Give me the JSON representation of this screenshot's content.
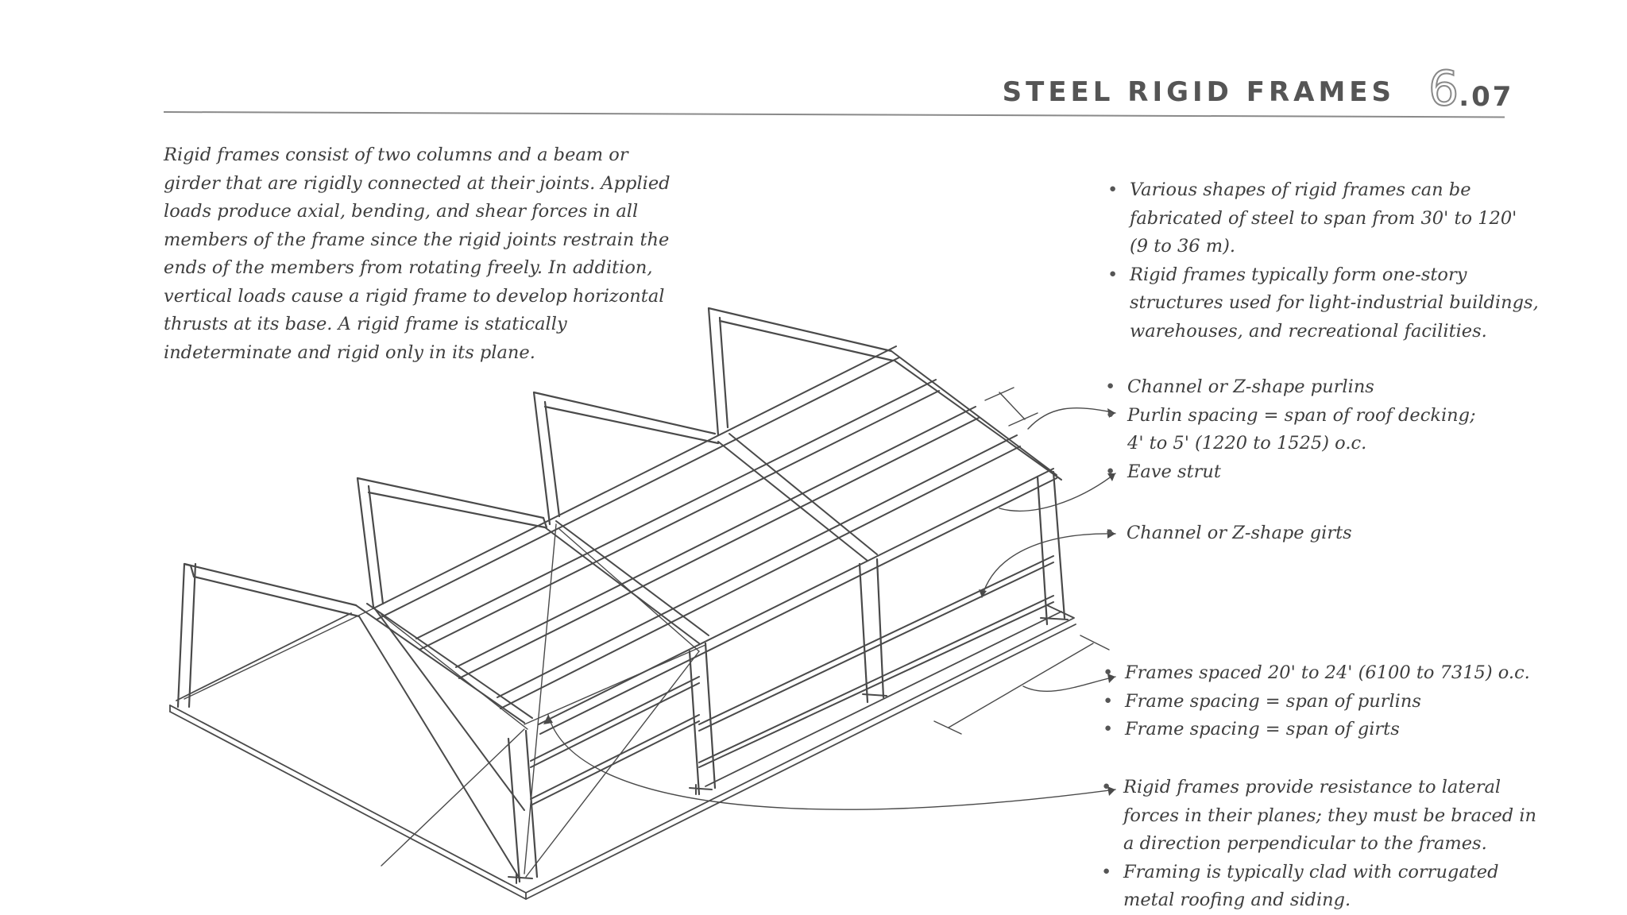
{
  "header": {
    "title": "STEEL RIGID FRAMES",
    "section_major": "6",
    "section_minor": ".07"
  },
  "intro": {
    "text": "Rigid frames consist of two columns and a beam or girder that are rigidly connected at their joints. Applied loads produce axial, bending, and shear forces in all members of the frame since the rigid joints restrain the ends of the members from rotating freely. In addition, vertical loads cause a rigid frame to develop horizontal thrusts at its base. A rigid frame is statically indeterminate and rigid only in its plane."
  },
  "notes": {
    "group1": [
      {
        "bullet": "•",
        "lines": [
          "Various shapes of rigid frames can be",
          "fabricated of steel to span from 30' to 120'",
          "(9 to 36 m)."
        ]
      },
      {
        "bullet": "•",
        "lines": [
          "Rigid frames typically form one-story",
          "structures used for light-industrial buildings,",
          "warehouses, and recreational facilities."
        ]
      }
    ],
    "group2": [
      {
        "bullet": "•",
        "text": "Channel or Z-shape purlins"
      },
      {
        "bullet": "•",
        "text": "Purlin spacing = span of roof decking;"
      },
      {
        "bullet": "",
        "text": "4' to 5' (1220 to 1525) o.c."
      },
      {
        "bullet": "•",
        "text": "Eave strut"
      }
    ],
    "group3": [
      {
        "bullet": "•",
        "text": "Channel or Z-shape girts"
      }
    ],
    "group4": [
      {
        "bullet": "•",
        "text": "Frames spaced 20' to 24' (6100 to 7315) o.c."
      },
      {
        "bullet": "•",
        "text": "Frame spacing = span of purlins"
      },
      {
        "bullet": "•",
        "text": "Frame spacing = span of girts"
      }
    ],
    "group5": [
      {
        "bullet": "•",
        "lines": [
          "Rigid frames provide resistance to lateral",
          "forces in their planes; they must be braced in",
          "a direction perpendicular to the frames."
        ]
      },
      {
        "bullet": "•",
        "lines": [
          "Framing is typically clad with corrugated",
          "metal roofing and siding."
        ]
      }
    ]
  }
}
